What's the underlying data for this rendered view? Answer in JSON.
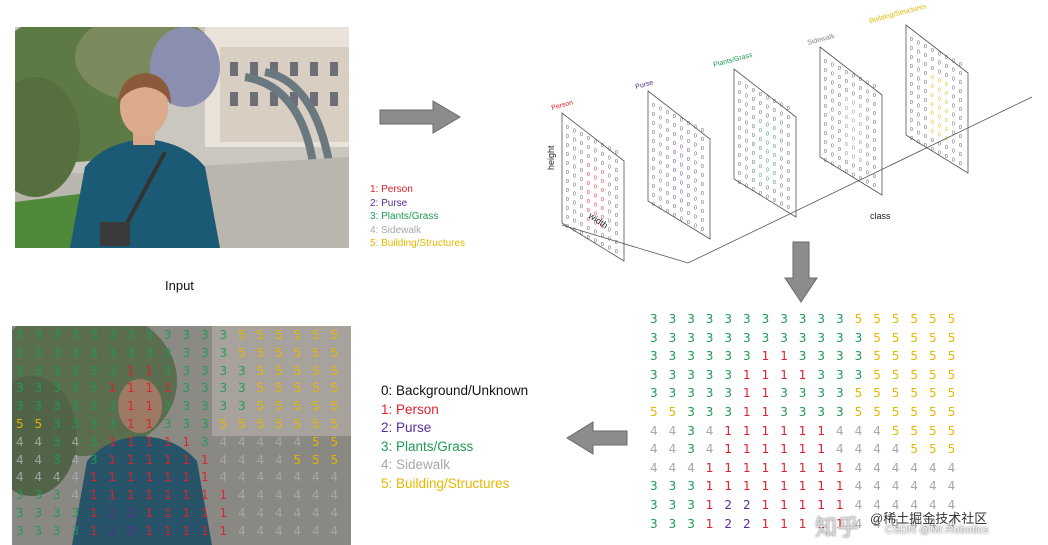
{
  "colors": {
    "background": "#7a7a7a",
    "person": "#e0202a",
    "purse": "#5a2d91",
    "plants": "#1f9a55",
    "sidewalk": "#a8a8a8",
    "building": "#e6b800",
    "arrow": "#8c8c8c"
  },
  "input_label": "Input",
  "legend_small": [
    {
      "text": "1: Person",
      "class": "person"
    },
    {
      "text": "2: Purse",
      "class": "purse"
    },
    {
      "text": "3: Plants/Grass",
      "class": "plants"
    },
    {
      "text": "4: Sidewalk",
      "class": "sidewalk"
    },
    {
      "text": "5: Building/Structures",
      "class": "building"
    }
  ],
  "legend_big": [
    {
      "text": "0: Background/Unknown",
      "class": "background"
    },
    {
      "text": "1: Person",
      "class": "person"
    },
    {
      "text": "2: Purse",
      "class": "purse"
    },
    {
      "text": "3: Plants/Grass",
      "class": "plants"
    },
    {
      "text": "4: Sidewalk",
      "class": "sidewalk"
    },
    {
      "text": "5: Building/Structures",
      "class": "building"
    }
  ],
  "volume": {
    "axis_height": "height",
    "axis_width": "width",
    "axis_class": "class",
    "slice_labels": [
      {
        "text": "Person",
        "class": "person"
      },
      {
        "text": "Purse",
        "class": "purse"
      },
      {
        "text": "Plants/Grass",
        "class": "plants"
      },
      {
        "text": "Sidewalk",
        "class": "sidewalk"
      },
      {
        "text": "Building/Structures",
        "class": "building"
      }
    ]
  },
  "segmentation_map": [
    [
      3,
      3,
      3,
      3,
      3,
      3,
      3,
      3,
      3,
      3,
      3,
      5,
      5,
      5,
      5,
      5,
      5
    ],
    [
      3,
      3,
      3,
      3,
      3,
      3,
      3,
      3,
      3,
      3,
      3,
      3,
      5,
      5,
      5,
      5,
      5
    ],
    [
      3,
      3,
      3,
      3,
      3,
      3,
      1,
      1,
      3,
      3,
      3,
      3,
      5,
      5,
      5,
      5,
      5
    ],
    [
      3,
      3,
      3,
      3,
      3,
      1,
      1,
      1,
      1,
      3,
      3,
      3,
      5,
      5,
      5,
      5,
      5
    ],
    [
      3,
      3,
      3,
      3,
      3,
      1,
      1,
      3,
      3,
      3,
      3,
      5,
      5,
      5,
      5,
      5,
      5
    ],
    [
      5,
      5,
      3,
      3,
      3,
      1,
      1,
      3,
      3,
      3,
      3,
      5,
      5,
      5,
      5,
      5,
      5
    ],
    [
      4,
      4,
      3,
      4,
      1,
      1,
      1,
      1,
      1,
      1,
      4,
      4,
      4,
      5,
      5,
      5,
      5
    ],
    [
      4,
      4,
      3,
      4,
      1,
      1,
      1,
      1,
      1,
      1,
      4,
      4,
      4,
      4,
      5,
      5,
      5
    ],
    [
      4,
      4,
      4,
      1,
      1,
      1,
      1,
      1,
      1,
      1,
      1,
      4,
      4,
      4,
      4,
      4,
      4
    ],
    [
      3,
      3,
      3,
      1,
      1,
      1,
      1,
      1,
      1,
      1,
      1,
      4,
      4,
      4,
      4,
      4,
      4
    ],
    [
      3,
      3,
      3,
      1,
      2,
      2,
      1,
      1,
      1,
      1,
      1,
      4,
      4,
      4,
      4,
      4,
      4
    ],
    [
      3,
      3,
      3,
      1,
      2,
      2,
      1,
      1,
      1,
      1,
      1,
      4,
      4,
      4,
      4,
      4,
      4
    ]
  ],
  "overlay_map": [
    [
      3,
      3,
      3,
      3,
      3,
      3,
      3,
      3,
      3,
      3,
      3,
      3,
      5,
      5,
      5,
      5,
      5,
      5
    ],
    [
      3,
      3,
      3,
      3,
      3,
      3,
      3,
      3,
      3,
      3,
      3,
      3,
      5,
      5,
      5,
      5,
      5,
      5
    ],
    [
      3,
      3,
      3,
      3,
      3,
      3,
      1,
      1,
      3,
      3,
      3,
      3,
      3,
      5,
      5,
      5,
      5,
      5
    ],
    [
      3,
      3,
      3,
      3,
      3,
      1,
      1,
      1,
      1,
      3,
      3,
      3,
      3,
      5,
      5,
      5,
      5,
      5
    ],
    [
      3,
      3,
      3,
      3,
      3,
      3,
      1,
      1,
      3,
      3,
      3,
      3,
      3,
      5,
      5,
      5,
      5,
      5
    ],
    [
      5,
      5,
      3,
      3,
      3,
      3,
      1,
      1,
      3,
      3,
      3,
      5,
      5,
      5,
      5,
      5,
      5,
      5
    ],
    [
      4,
      4,
      3,
      4,
      3,
      1,
      1,
      1,
      1,
      1,
      3,
      4,
      4,
      4,
      4,
      4,
      5,
      5
    ],
    [
      4,
      4,
      3,
      4,
      3,
      1,
      1,
      1,
      1,
      1,
      1,
      4,
      4,
      4,
      4,
      5,
      5,
      5
    ],
    [
      4,
      4,
      4,
      4,
      1,
      1,
      1,
      1,
      1,
      1,
      1,
      4,
      4,
      4,
      4,
      4,
      4,
      4
    ],
    [
      3,
      3,
      3,
      4,
      1,
      1,
      1,
      1,
      1,
      1,
      1,
      1,
      4,
      4,
      4,
      4,
      4,
      4
    ],
    [
      3,
      3,
      3,
      3,
      1,
      2,
      2,
      1,
      1,
      1,
      1,
      1,
      4,
      4,
      4,
      4,
      4,
      4
    ],
    [
      3,
      3,
      3,
      3,
      1,
      2,
      2,
      1,
      1,
      1,
      1,
      1,
      4,
      4,
      4,
      4,
      4,
      4
    ]
  ],
  "watermark_1": "知乎",
  "watermark_2": "@稀土掘金技术社区",
  "watermark_3": "CSDN @Mr.Robotics"
}
